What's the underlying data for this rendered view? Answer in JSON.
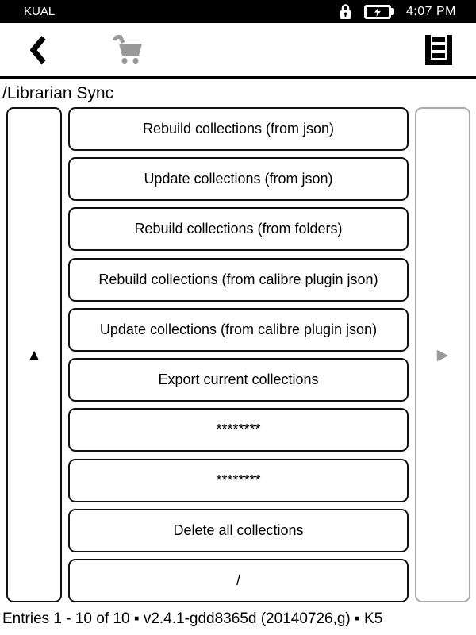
{
  "status_bar": {
    "app_name": "KUAL",
    "time": "4:07 PM",
    "lock_icon": "lock-icon",
    "battery_icon": "battery-charging-icon"
  },
  "toolbar": {
    "back_icon": "chevron-left-icon",
    "cart_icon": "shopping-cart-icon",
    "menu_icon": "list-menu-icon"
  },
  "breadcrumb": {
    "path": "/Librarian Sync"
  },
  "menu": {
    "items": [
      {
        "label": "Rebuild collections (from json)"
      },
      {
        "label": "Update collections (from json)"
      },
      {
        "label": "Rebuild collections (from folders)"
      },
      {
        "label": "Rebuild collections (from calibre plugin json)"
      },
      {
        "label": "Update collections (from calibre plugin json)"
      },
      {
        "label": "Export current collections"
      },
      {
        "label": "********"
      },
      {
        "label": "********"
      },
      {
        "label": "Delete all collections"
      },
      {
        "label": "/"
      }
    ],
    "scroll_up_arrow": "▲",
    "scroll_next_arrow": "▶"
  },
  "footer": {
    "status_text": "Entries 1 - 10 of 10 ▪ v2.4.1-gdd8365d (20140726,g) ▪ K5"
  },
  "colors": {
    "foreground": "#000000",
    "background": "#ffffff",
    "disabled_gray": "#999999",
    "inactive_border": "#aaaaaa"
  }
}
